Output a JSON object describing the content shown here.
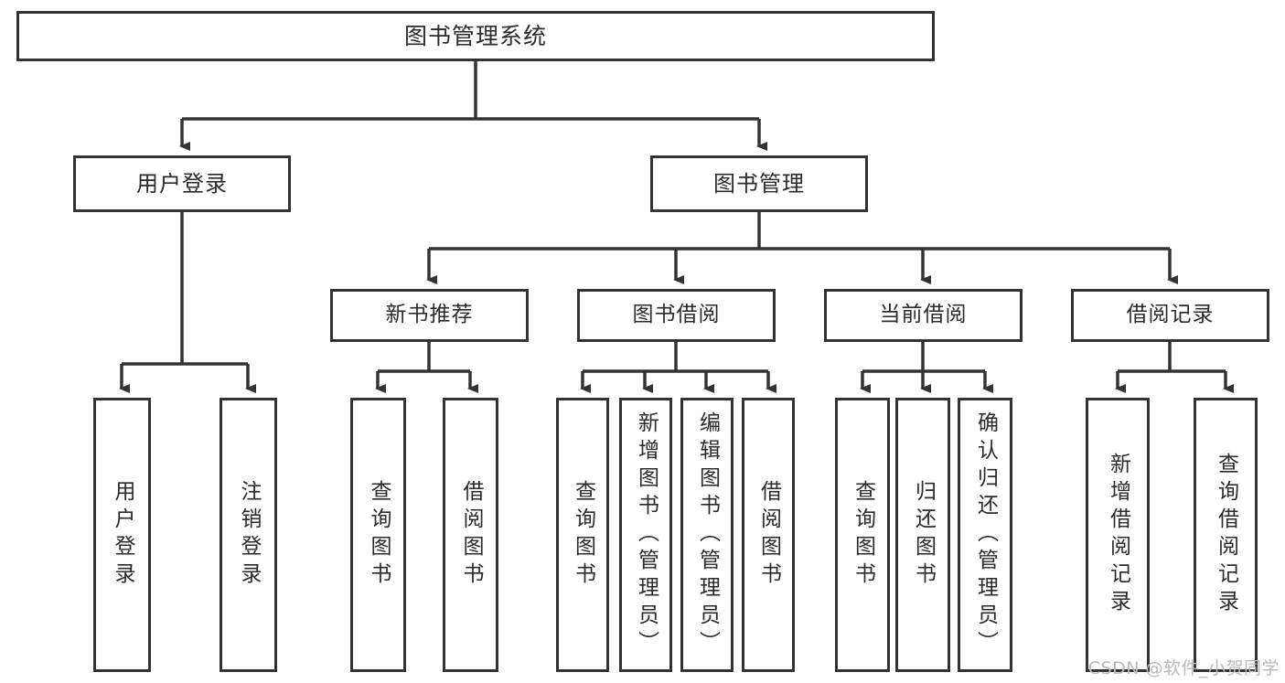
{
  "diagram": {
    "title": "图书管理系统",
    "type": "tree-hierarchy",
    "root": {
      "id": "root",
      "label": "图书管理系统"
    },
    "level2": [
      {
        "id": "user-login",
        "label": "用户登录"
      },
      {
        "id": "book-management",
        "label": "图书管理"
      }
    ],
    "level3": [
      {
        "id": "new-book-recommend",
        "label": "新书推荐",
        "parent": "book-management"
      },
      {
        "id": "book-borrow",
        "label": "图书借阅",
        "parent": "book-management"
      },
      {
        "id": "current-borrow",
        "label": "当前借阅",
        "parent": "book-management"
      },
      {
        "id": "borrow-record",
        "label": "借阅记录",
        "parent": "book-management"
      }
    ],
    "leaves": {
      "user-login": [
        {
          "id": "leaf-user-login",
          "label": "用户登录"
        },
        {
          "id": "leaf-logout",
          "label": "注销登录"
        }
      ],
      "new-book-recommend": [
        {
          "id": "leaf-query-book-1",
          "label": "查询图书"
        },
        {
          "id": "leaf-borrow-book-1",
          "label": "借阅图书"
        }
      ],
      "book-borrow": [
        {
          "id": "leaf-query-book-2",
          "label": "查询图书"
        },
        {
          "id": "leaf-add-book",
          "label": "新增图书（管理员）"
        },
        {
          "id": "leaf-edit-book",
          "label": "编辑图书（管理员）"
        },
        {
          "id": "leaf-borrow-book-2",
          "label": "借阅图书"
        }
      ],
      "current-borrow": [
        {
          "id": "leaf-query-book-3",
          "label": "查询图书"
        },
        {
          "id": "leaf-return-book",
          "label": "归还图书"
        },
        {
          "id": "leaf-confirm-return",
          "label": "确认归还（管理员）"
        }
      ],
      "borrow-record": [
        {
          "id": "leaf-add-record",
          "label": "新增借阅记录"
        },
        {
          "id": "leaf-query-record",
          "label": "查询借阅记录"
        }
      ]
    }
  },
  "watermark": {
    "text": "CSDN @软件_小贺同学"
  },
  "colors": {
    "box_border": "#333333",
    "box_fill": "#ffffff",
    "connector": "#333333",
    "text": "#2b2b2b",
    "watermark": "#b9b9b9",
    "background": "#ffffff"
  }
}
